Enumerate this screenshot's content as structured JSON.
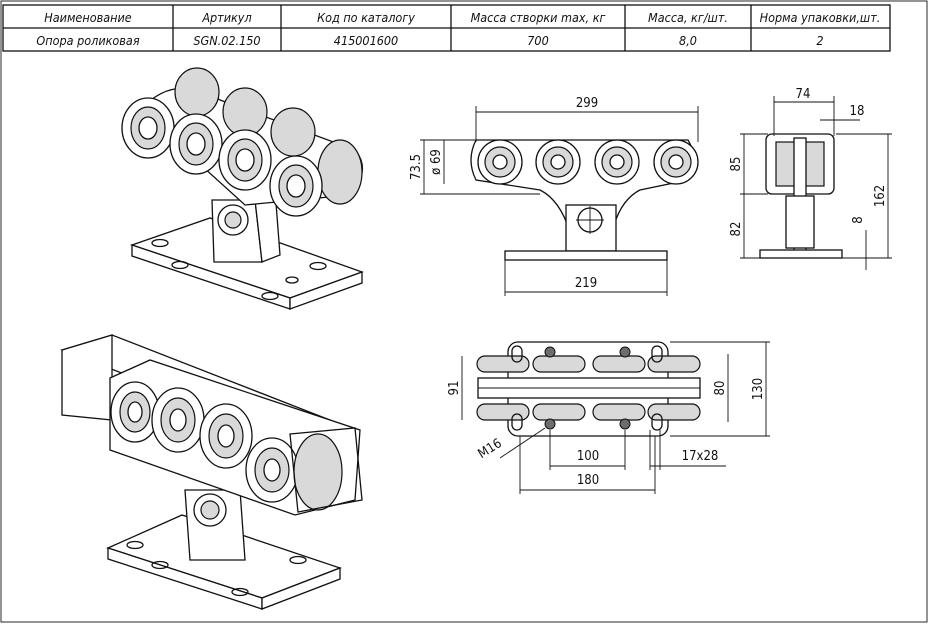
{
  "table": {
    "headers": [
      "Наименование",
      "Артикул",
      "Код по каталогу",
      "Масса створки max, кг",
      "Масса, кг/шт.",
      "Норма упаковки,шт."
    ],
    "row": [
      "Опора роликовая",
      "SGN.02.150",
      "415001600",
      "700",
      "8,0",
      "2"
    ]
  },
  "dims": {
    "front_width": "299",
    "front_height": "73.5",
    "wheel_dia": "ø 69",
    "base_width": "219",
    "side_top_width": "74",
    "side_rail": "18",
    "side_upper": "85",
    "side_lower": "82",
    "side_total": "162",
    "side_plate": "8",
    "plan_width": "91",
    "plan_inner": "80",
    "plan_outer": "130",
    "plan_thread": "M16",
    "plan_hole_spacing": "100",
    "plan_slot": "17x28",
    "plan_length": "180"
  },
  "colors": {
    "line": "#111111",
    "wheel_fill": "#d9d9d9"
  }
}
